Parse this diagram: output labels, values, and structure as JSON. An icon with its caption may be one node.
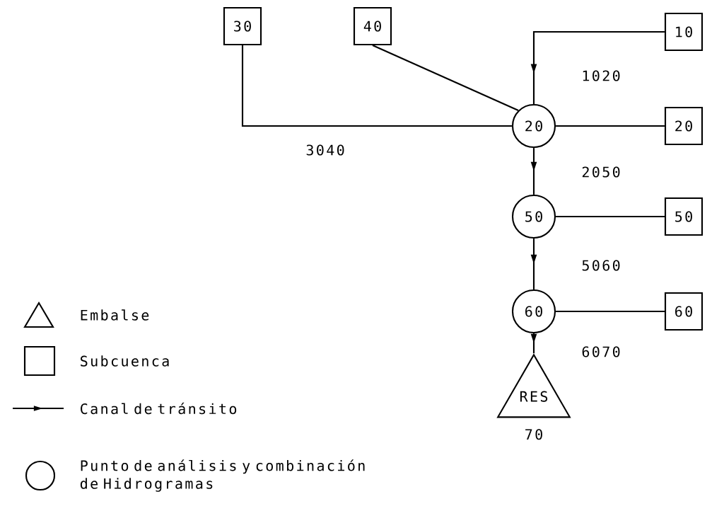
{
  "diagram": {
    "nodes": [
      {
        "text": [
          "30"
        ]
      },
      {
        "text": [
          "40"
        ]
      },
      {
        "text": [
          "10"
        ]
      },
      {
        "text": [
          "20"
        ]
      },
      {
        "text": [
          "20"
        ]
      },
      {
        "text": [
          "50"
        ]
      },
      {
        "text": [
          "50"
        ]
      },
      {
        "text": [
          "60"
        ]
      },
      {
        "text": [
          "60"
        ]
      },
      {
        "text": [
          "RES"
        ],
        "beside": [
          "70"
        ]
      }
    ],
    "edges": [
      {
        "from": 2,
        "to": 3,
        "arrow": "to",
        "label": "1020"
      },
      {
        "from": 0,
        "to": 3,
        "arrow": "none",
        "label": "3040"
      },
      {
        "from": 1,
        "to": 3,
        "arrow": "none"
      },
      {
        "from": 4,
        "to": 3,
        "arrow": "none"
      },
      {
        "from": 3,
        "to": 5,
        "arrow": "to",
        "label": "2050"
      },
      {
        "from": 6,
        "to": 5,
        "arrow": "none"
      },
      {
        "from": 5,
        "to": 7,
        "arrow": "to",
        "label": "5060"
      },
      {
        "from": 8,
        "to": 7,
        "arrow": "none"
      },
      {
        "from": 7,
        "to": 9,
        "arrow": "to",
        "label": "6070"
      }
    ],
    "legend": [
      {
        "text": "Embalse"
      },
      {
        "text": "Subcuenca"
      },
      {
        "text": "Canal de tránsito"
      },
      {
        "text": "Punto de análisis y combinación de Hidrogramas"
      }
    ]
  }
}
